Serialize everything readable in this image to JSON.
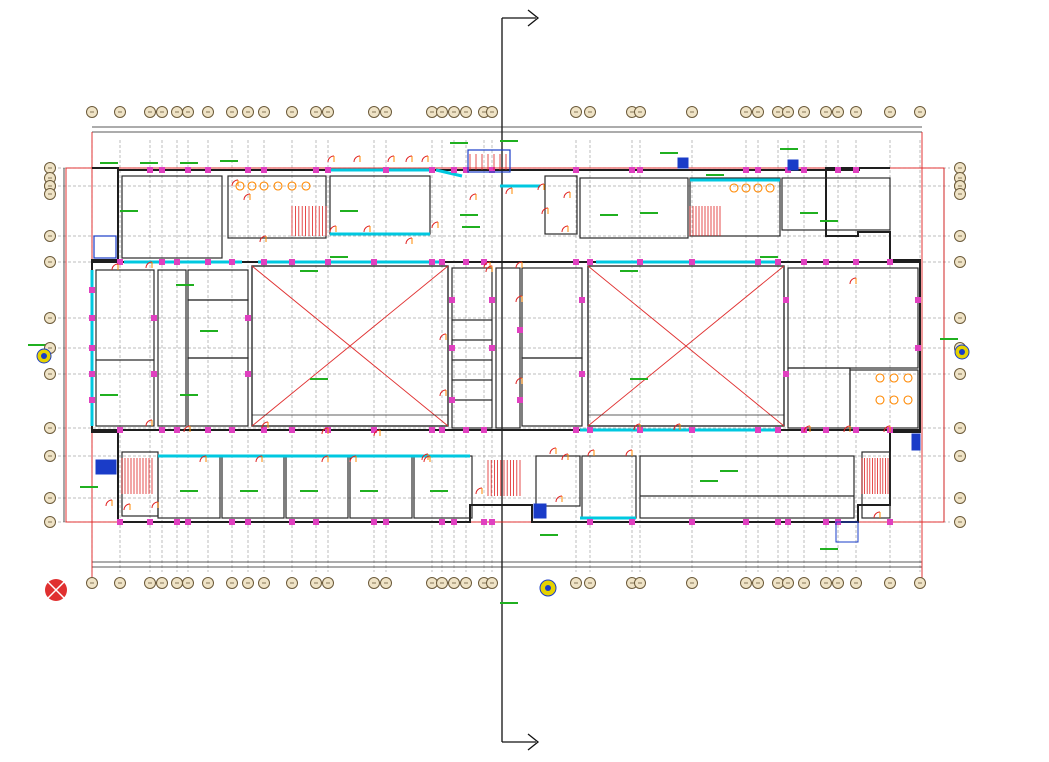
{
  "drawing": {
    "type": "architectural floor plan (CAD)",
    "colors": {
      "background": "#ffffff",
      "wall": "#202020",
      "grid": "#6a6a6a",
      "bubble_fill": "#efe3c6",
      "bubble_stroke": "#6b5a3a",
      "red_line": "#e02020",
      "cyan": "#00c8e0",
      "magenta": "#e040c0",
      "green_text": "#20b020",
      "blue": "#1a3cc8",
      "yellow": "#e6d200",
      "orange": "#ff8800",
      "cross": "#e03030"
    },
    "grid_bubbles_top_count": 34,
    "grid_bubbles_side_count": 10
  },
  "symbols": {
    "section_cut_icon": "section-arrow",
    "north_icon": "north-symbol",
    "elevation_markers": [
      "elevation-marker-left",
      "elevation-marker-right",
      "elevation-marker-bottom"
    ]
  }
}
